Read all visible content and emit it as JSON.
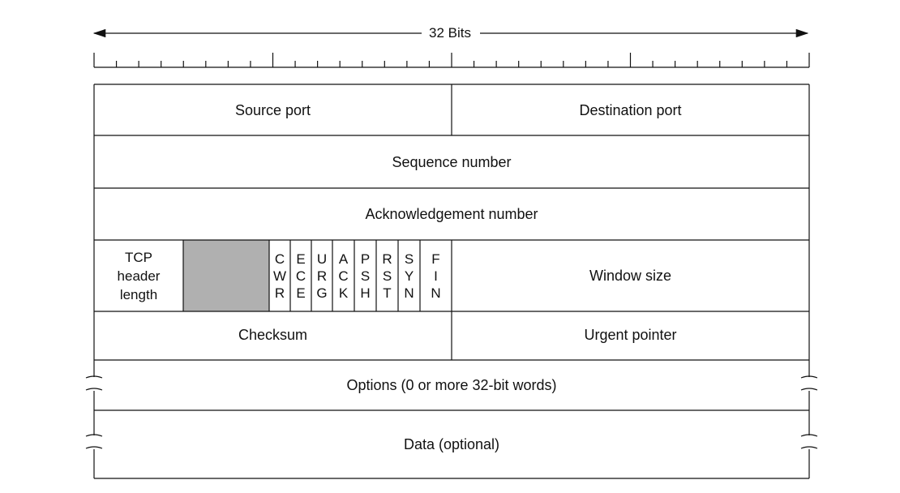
{
  "header": {
    "width_label": "32 Bits"
  },
  "rows": {
    "row1": {
      "source_port": "Source port",
      "destination_port": "Destination port"
    },
    "row2": {
      "sequence_number": "Sequence number"
    },
    "row3": {
      "acknowledgement_number": "Acknowledgement number"
    },
    "row4": {
      "tcp_header_length": [
        "TCP",
        "header",
        "length"
      ],
      "flags": [
        {
          "id": "cwr",
          "letters": [
            "C",
            "W",
            "R"
          ]
        },
        {
          "id": "ece",
          "letters": [
            "E",
            "C",
            "E"
          ]
        },
        {
          "id": "urg",
          "letters": [
            "U",
            "R",
            "G"
          ]
        },
        {
          "id": "ack",
          "letters": [
            "A",
            "C",
            "K"
          ]
        },
        {
          "id": "psh",
          "letters": [
            "P",
            "S",
            "H"
          ]
        },
        {
          "id": "rst",
          "letters": [
            "R",
            "S",
            "T"
          ]
        },
        {
          "id": "syn",
          "letters": [
            "S",
            "Y",
            "N"
          ]
        },
        {
          "id": "fin",
          "letters": [
            "F",
            "I",
            "N"
          ]
        }
      ],
      "window_size": "Window size"
    },
    "row5": {
      "checksum": "Checksum",
      "urgent_pointer": "Urgent pointer"
    },
    "row6": {
      "options": "Options (0 or more 32-bit words)"
    },
    "row7": {
      "data": "Data (optional)"
    }
  },
  "colors": {
    "line": "#111111",
    "reserved_fill": "#b0b0b0",
    "background": "#ffffff"
  }
}
